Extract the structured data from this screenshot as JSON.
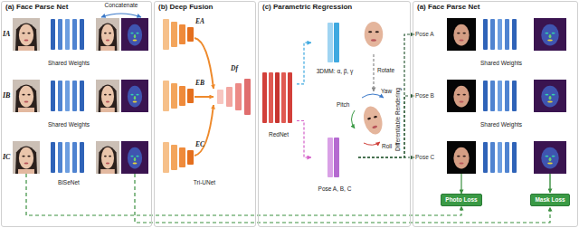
{
  "diagram": {
    "nodes": [
      {
        "text": [
          "(a) Face Parse Net"
        ]
      },
      {
        "text": [
          "IA"
        ],
        "in": 0
      },
      {
        "text": [
          "IB"
        ],
        "in": 0
      },
      {
        "text": [
          "IC"
        ],
        "in": 0
      },
      {
        "text": [
          "(b) Deep Fusion"
        ]
      },
      {
        "text": [
          "(c) Parametric Regression"
        ]
      },
      {
        "text": [
          "RedNet"
        ],
        "in": 5
      },
      {
        "text": [
          "3DMM: α, β, γ"
        ],
        "in": 5
      },
      {
        "text": [
          "Pose A, B, C"
        ],
        "in": 5
      },
      {
        "text": [
          "(a) Face Parse Net"
        ]
      },
      {
        "text": [
          "Pose A"
        ],
        "in": 9
      },
      {
        "text": [
          "Pose B"
        ],
        "in": 9
      },
      {
        "text": [
          "Pose C"
        ],
        "in": 9
      },
      {
        "text": [
          "Photo Loss"
        ],
        "in": 9
      },
      {
        "text": [
          "Mask Loss"
        ],
        "in": 9
      }
    ],
    "edges": [
      {
        "from": 6,
        "to": 7,
        "arrow": "to"
      },
      {
        "from": 6,
        "to": 8,
        "arrow": "to"
      },
      {
        "from": 8,
        "to": 10,
        "arrow": "to"
      },
      {
        "from": 8,
        "to": 11,
        "arrow": "to"
      },
      {
        "from": 8,
        "to": 12,
        "arrow": "to"
      },
      {
        "from": 3,
        "to": 13,
        "arrow": "to"
      },
      {
        "from": 12,
        "to": 13,
        "arrow": "to"
      }
    ],
    "labels": [
      "Concatenate",
      "Shared Weights",
      "Shared Weights",
      "BiSeNet",
      "EA",
      "EB",
      "EC",
      "Df",
      "Tri-UNet",
      "Rotate",
      "Yaw",
      "Pitch",
      "Roll",
      "Differentiable Rendering",
      "Shared Weights",
      "Shared Weights"
    ]
  }
}
